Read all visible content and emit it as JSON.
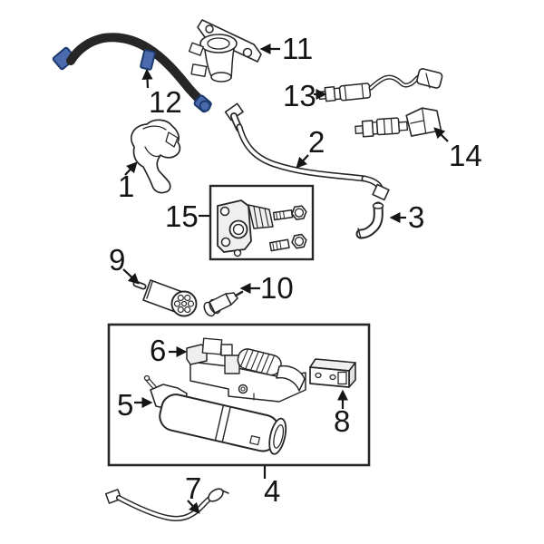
{
  "diagram": {
    "kind": "exploded-parts-diagram",
    "background": "#ffffff",
    "line_color": "#262626",
    "label_color": "#151515",
    "highlight_color": "#4a6aad",
    "highlight_outline": "#1d3a6e",
    "highlighted_part": "12",
    "callouts": [
      {
        "number": "1"
      },
      {
        "number": "2"
      },
      {
        "number": "3"
      },
      {
        "number": "4"
      },
      {
        "number": "5"
      },
      {
        "number": "6"
      },
      {
        "number": "7"
      },
      {
        "number": "8"
      },
      {
        "number": "9"
      },
      {
        "number": "10"
      },
      {
        "number": "11"
      },
      {
        "number": "12"
      },
      {
        "number": "13"
      },
      {
        "number": "14"
      },
      {
        "number": "15"
      }
    ]
  }
}
